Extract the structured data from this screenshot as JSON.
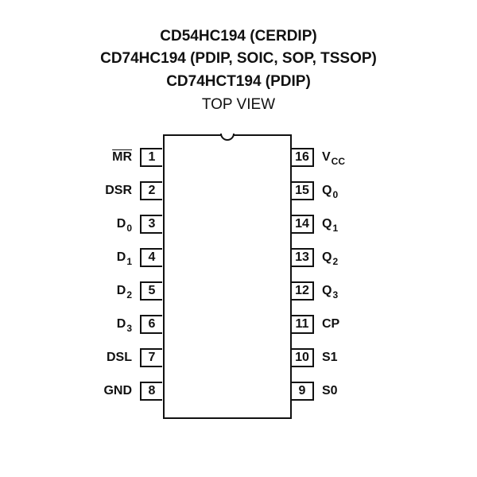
{
  "header": {
    "lines": [
      "CD54HC194 (CERDIP)",
      "CD74HC194 (PDIP, SOIC, SOP, TSSOP)",
      "CD74HCT194 (PDIP)"
    ],
    "view": "TOP VIEW"
  },
  "pins": {
    "left": [
      {
        "num": "1",
        "base": "MR",
        "sub": "",
        "overline": true
      },
      {
        "num": "2",
        "base": "DSR",
        "sub": "",
        "overline": false
      },
      {
        "num": "3",
        "base": "D",
        "sub": "0",
        "overline": false
      },
      {
        "num": "4",
        "base": "D",
        "sub": "1",
        "overline": false
      },
      {
        "num": "5",
        "base": "D",
        "sub": "2",
        "overline": false
      },
      {
        "num": "6",
        "base": "D",
        "sub": "3",
        "overline": false
      },
      {
        "num": "7",
        "base": "DSL",
        "sub": "",
        "overline": false
      },
      {
        "num": "8",
        "base": "GND",
        "sub": "",
        "overline": false
      }
    ],
    "right": [
      {
        "num": "16",
        "base": "V",
        "sub": "CC",
        "overline": false
      },
      {
        "num": "15",
        "base": "Q",
        "sub": "0",
        "overline": false
      },
      {
        "num": "14",
        "base": "Q",
        "sub": "1",
        "overline": false
      },
      {
        "num": "13",
        "base": "Q",
        "sub": "2",
        "overline": false
      },
      {
        "num": "12",
        "base": "Q",
        "sub": "3",
        "overline": false
      },
      {
        "num": "11",
        "base": "CP",
        "sub": "",
        "overline": false
      },
      {
        "num": "10",
        "base": "S1",
        "sub": "",
        "overline": false
      },
      {
        "num": "9",
        "base": "S0",
        "sub": "",
        "overline": false
      }
    ]
  }
}
